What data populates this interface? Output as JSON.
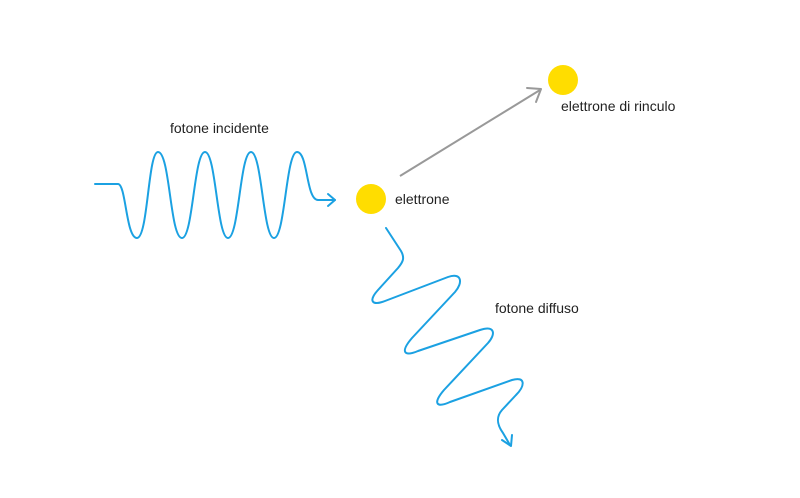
{
  "labels": {
    "incident_photon": "fotone incidente",
    "electron": "elettrone",
    "recoil_electron": "elettrone di rinculo",
    "scattered_photon": "fotone diffuso"
  },
  "colors": {
    "photon": "#1BA1E2",
    "electron": "#FFDD00",
    "recoil_arrow": "#999999"
  }
}
